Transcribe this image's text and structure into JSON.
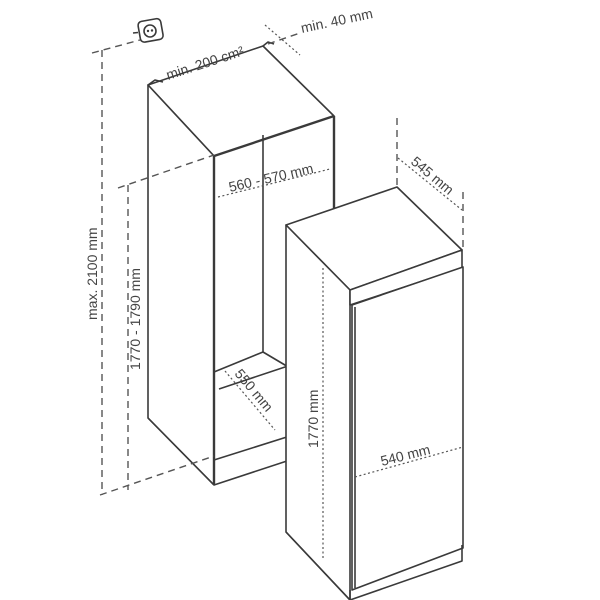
{
  "diagram": {
    "type": "installation-dimensions",
    "subject": "built-in refrigerator and niche",
    "line_color": "#3a3a3a",
    "dimension_color": "#555555",
    "icons": [
      "power-socket-icon"
    ],
    "labels": {
      "ventilation_area": "min. 200 cm²",
      "rear_gap": "min. 40 mm",
      "niche_max_height": "max. 2100 mm",
      "niche_height": "1770 - 1790 mm",
      "niche_width": "560 - 570 mm",
      "niche_depth": "550 mm",
      "appliance_depth": "545 mm",
      "appliance_height": "1770 mm",
      "appliance_width": "540 mm"
    }
  }
}
